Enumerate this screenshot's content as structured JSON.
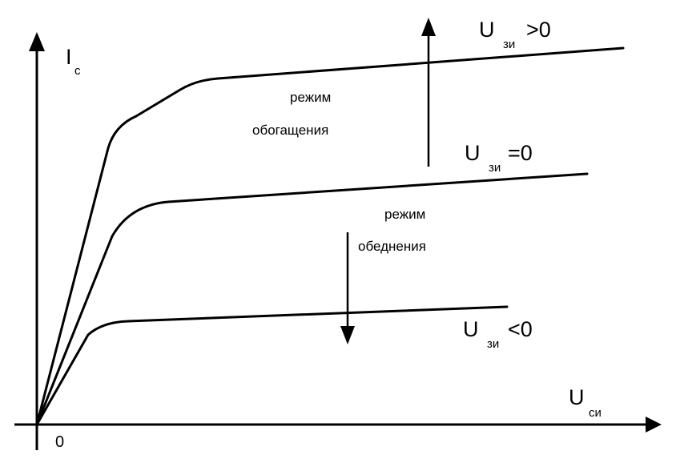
{
  "colors": {
    "line": "#000000",
    "background": "#ffffff"
  },
  "axes": {
    "y_label": "I",
    "y_label_sub": "c",
    "x_label": "U",
    "x_label_sub": "си",
    "origin_label": "0"
  },
  "curves": [
    {
      "key": "positive",
      "label_main": "U",
      "label_sub": "зи",
      "label_rel": ">0"
    },
    {
      "key": "zero",
      "label_main": "U",
      "label_sub": "зи",
      "label_rel": "=0"
    },
    {
      "key": "negative",
      "label_main": "U",
      "label_sub": "зи",
      "label_rel": "<0"
    }
  ],
  "modes": {
    "enrichment": {
      "line1": "режим",
      "line2": "обогащения"
    },
    "depletion": {
      "line1": "режим",
      "line2": "обеднения"
    }
  }
}
